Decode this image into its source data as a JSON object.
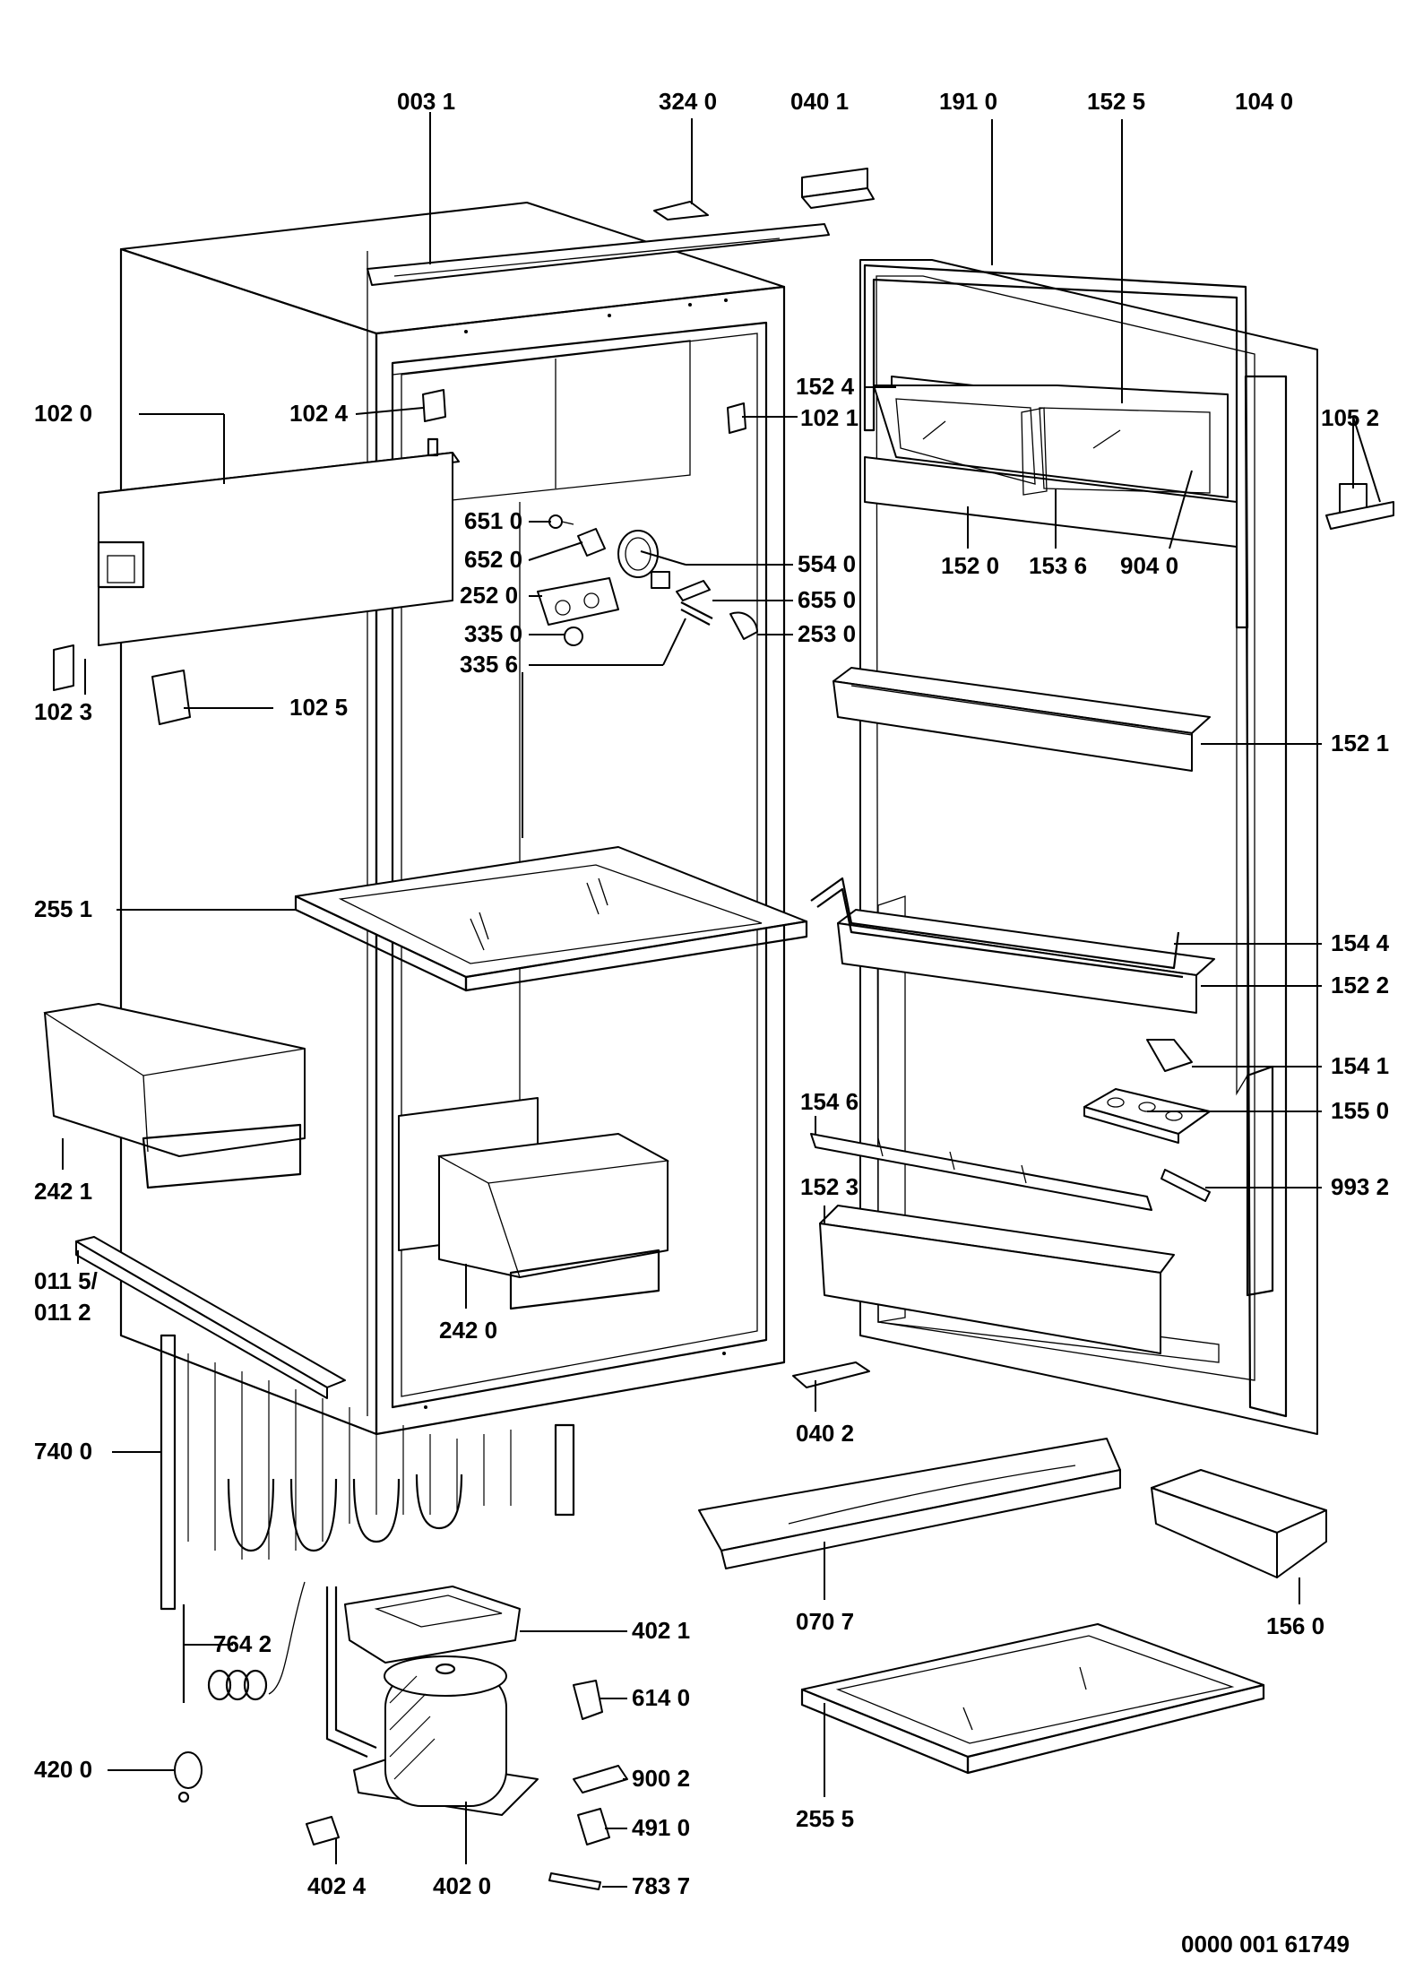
{
  "diagram": {
    "title": "",
    "document_number": "0000 001 61749",
    "callouts": [
      {
        "id": "c0031",
        "label": "003 1"
      },
      {
        "id": "c3240",
        "label": "324 0"
      },
      {
        "id": "c0401",
        "label": "040 1"
      },
      {
        "id": "c1910",
        "label": "191 0"
      },
      {
        "id": "c1525",
        "label": "152 5"
      },
      {
        "id": "c1040",
        "label": "104 0"
      },
      {
        "id": "c1020",
        "label": "102 0"
      },
      {
        "id": "c1024",
        "label": "102 4"
      },
      {
        "id": "c1021",
        "label": "102 1"
      },
      {
        "id": "c1524",
        "label": "152 4"
      },
      {
        "id": "c1052",
        "label": "105 2"
      },
      {
        "id": "c6510",
        "label": "651 0"
      },
      {
        "id": "c6520",
        "label": "652 0"
      },
      {
        "id": "c5540",
        "label": "554 0"
      },
      {
        "id": "c2520",
        "label": "252 0"
      },
      {
        "id": "c6550",
        "label": "655 0"
      },
      {
        "id": "c3350",
        "label": "335 0"
      },
      {
        "id": "c2530",
        "label": "253 0"
      },
      {
        "id": "c3356",
        "label": "335 6"
      },
      {
        "id": "c1520",
        "label": "152 0"
      },
      {
        "id": "c1536",
        "label": "153 6"
      },
      {
        "id": "c9040",
        "label": "904 0"
      },
      {
        "id": "c1023",
        "label": "102 3"
      },
      {
        "id": "c1025",
        "label": "102 5"
      },
      {
        "id": "c1521",
        "label": "152 1"
      },
      {
        "id": "c2551",
        "label": "255 1"
      },
      {
        "id": "c1544",
        "label": "154 4"
      },
      {
        "id": "c1522",
        "label": "152 2"
      },
      {
        "id": "c1541",
        "label": "154 1"
      },
      {
        "id": "c1546",
        "label": "154 6"
      },
      {
        "id": "c1550",
        "label": "155 0"
      },
      {
        "id": "c2421",
        "label": "242 1"
      },
      {
        "id": "c9932",
        "label": "993 2"
      },
      {
        "id": "c1523",
        "label": "152 3"
      },
      {
        "id": "c0115",
        "label": "011 5/"
      },
      {
        "id": "c0112",
        "label": "011 2"
      },
      {
        "id": "c2420",
        "label": "242 0"
      },
      {
        "id": "c0402",
        "label": "040 2"
      },
      {
        "id": "c7400",
        "label": "740 0"
      },
      {
        "id": "c7642",
        "label": "764 2"
      },
      {
        "id": "c4021",
        "label": "402 1"
      },
      {
        "id": "c0707",
        "label": "070 7"
      },
      {
        "id": "c1560",
        "label": "156 0"
      },
      {
        "id": "c6140",
        "label": "614 0"
      },
      {
        "id": "c4200",
        "label": "420 0"
      },
      {
        "id": "c9002",
        "label": "900 2"
      },
      {
        "id": "c2555",
        "label": "255 5"
      },
      {
        "id": "c4910",
        "label": "491 0"
      },
      {
        "id": "c4024",
        "label": "402 4"
      },
      {
        "id": "c4020",
        "label": "402 0"
      },
      {
        "id": "c7837",
        "label": "783 7"
      }
    ]
  }
}
